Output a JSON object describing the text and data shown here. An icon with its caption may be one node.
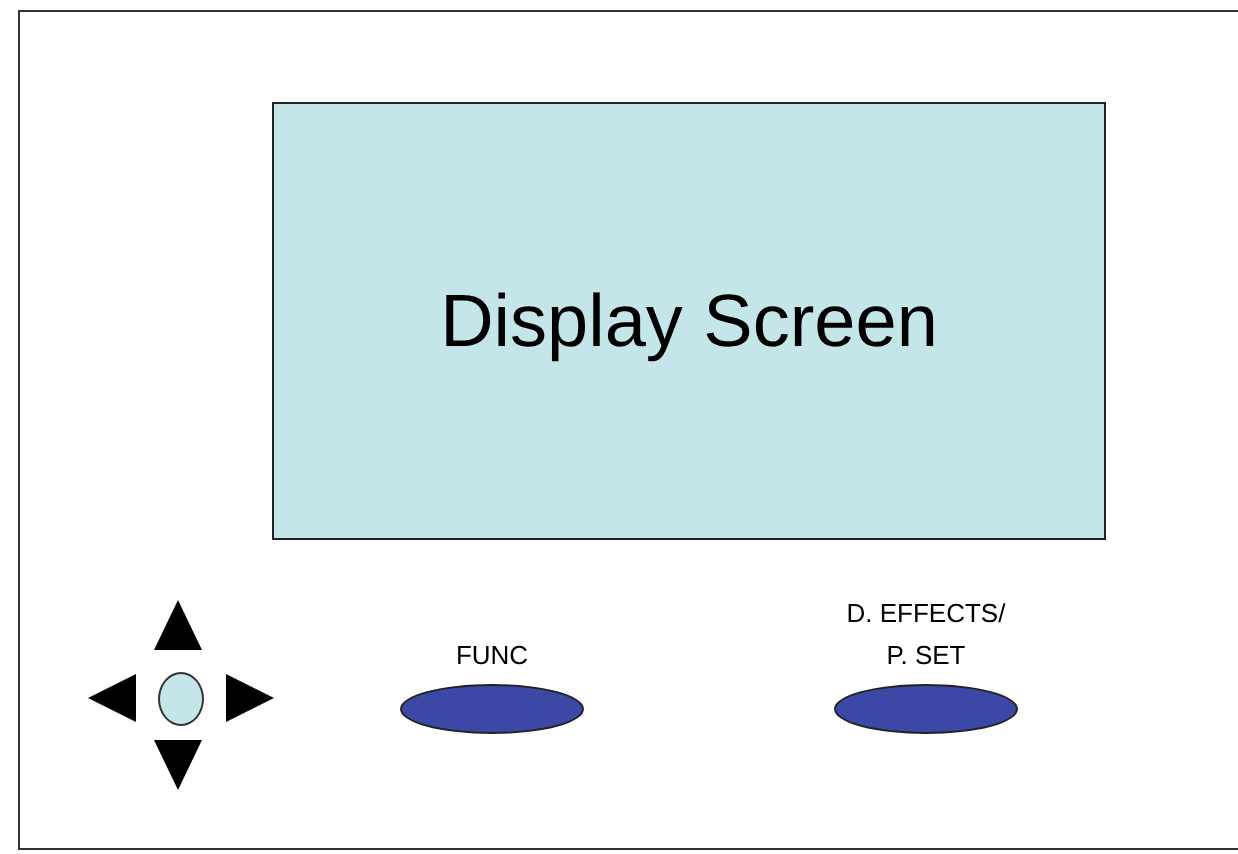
{
  "diagram": {
    "nodes": [
      {
        "text": [],
        "shape": "box"
      },
      {
        "text": [
          "Display Screen"
        ],
        "in": 0
      },
      {
        "text": [],
        "shape": "circle",
        "in": 0
      },
      {
        "text": [
          "FUNC"
        ],
        "in": 0
      },
      {
        "text": [
          "D. EFFECTS/ P. SET"
        ],
        "in": 0
      }
    ]
  }
}
